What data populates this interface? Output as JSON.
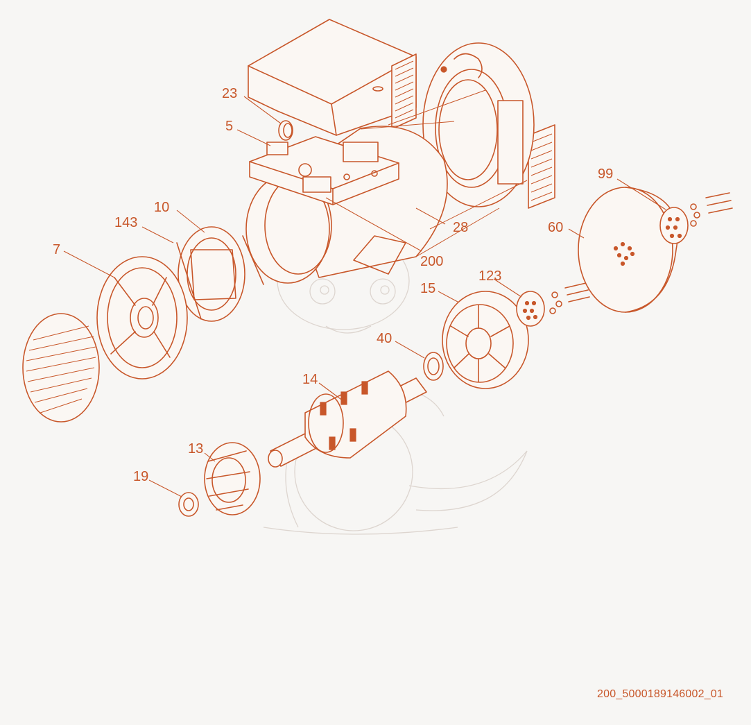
{
  "callouts": {
    "p5": "5",
    "p7": "7",
    "p10": "10",
    "p13": "13",
    "p14": "14",
    "p15": "15",
    "p19": "19",
    "p23": "23",
    "p28": "28",
    "p40": "40",
    "p60": "60",
    "p99": "99",
    "p123": "123",
    "p143": "143",
    "p200": "200"
  },
  "drawing_id": "200_5000189146002_01",
  "colors": {
    "line": "#c8572a",
    "background": "#f7f6f4",
    "watermark": "#ddd5cf"
  },
  "watermark": "dragon-mascot-illustration"
}
